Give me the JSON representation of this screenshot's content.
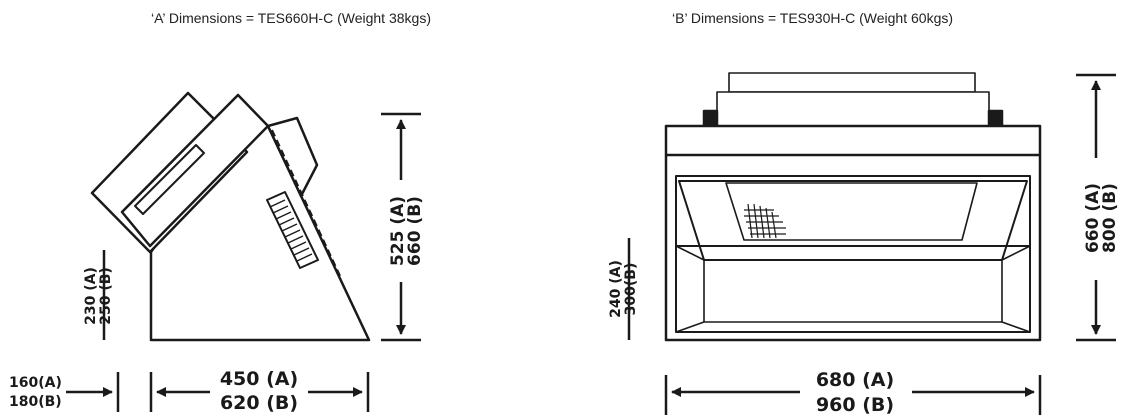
{
  "captions": {
    "a": "‘A’ Dimensions = TES660H-C (Weight  38kgs)",
    "b": "‘B’ Dimensions = TES930H-C (Weight  60kgs)"
  },
  "left_drawing": {
    "height_a": "525 (A)",
    "height_b": "660 (B)",
    "base_height_a": "230 (A)",
    "base_height_b": "250 (B)",
    "width_a": "450 (A)",
    "width_b": "620 (B)",
    "offset_a": "160(A)",
    "offset_b": "180(B)"
  },
  "right_drawing": {
    "height_a": "660 (A)",
    "height_b": "800 (B)",
    "base_height_a": "240 (A)",
    "base_height_b": "300(B)",
    "width_a": "680 (A)",
    "width_b": "960 (B)"
  }
}
